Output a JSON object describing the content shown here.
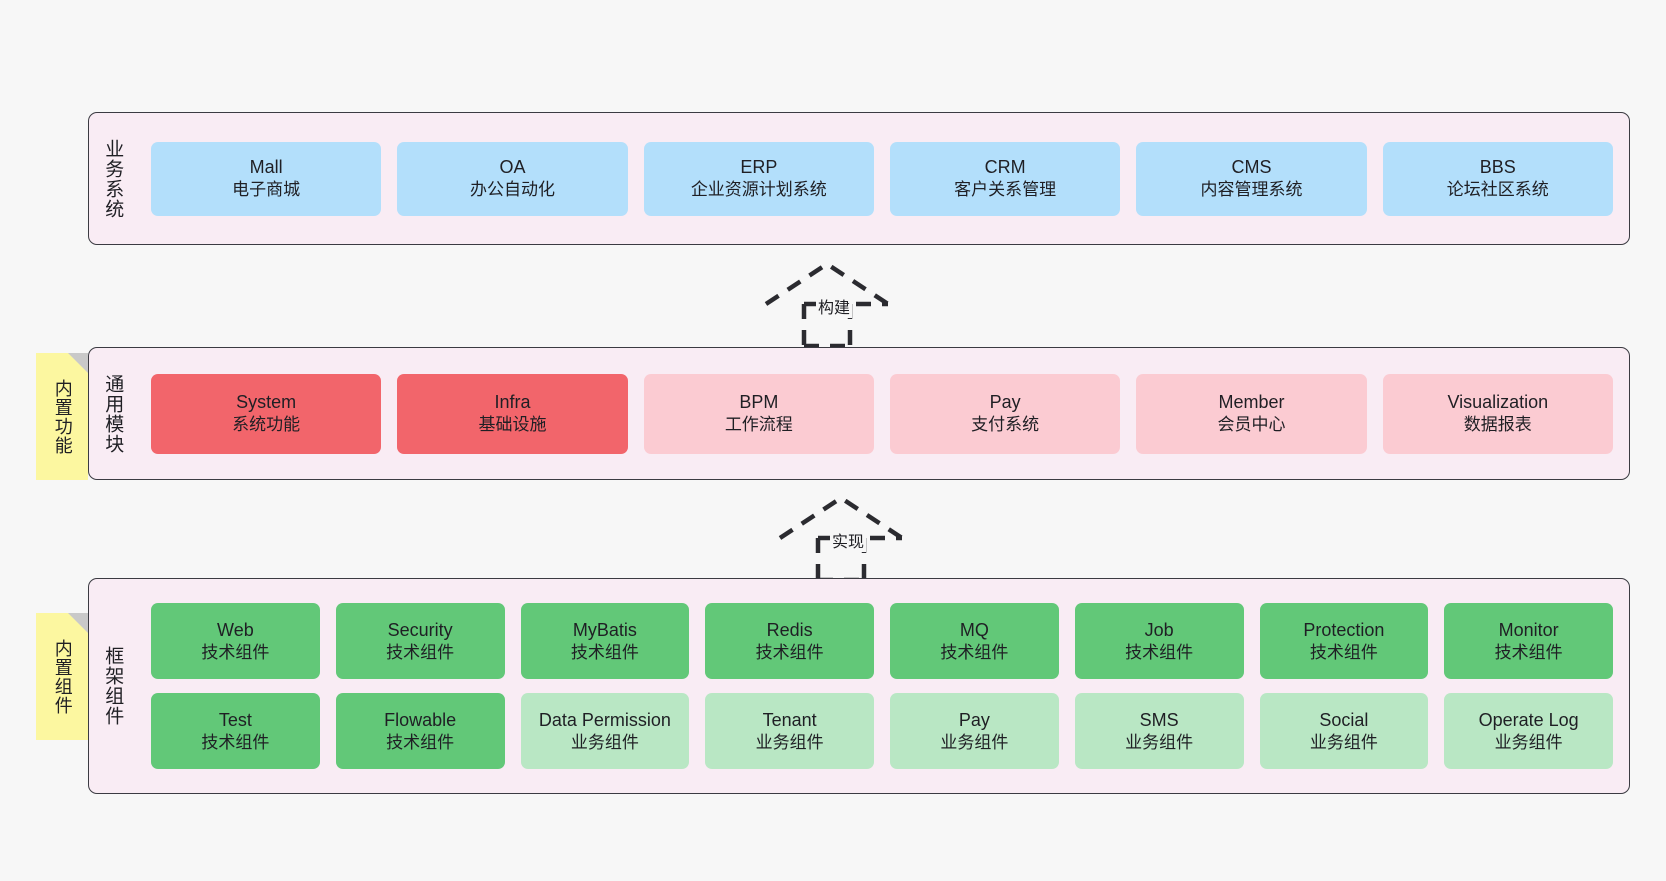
{
  "layers": [
    {
      "id": "business",
      "title": "业务系统",
      "cards": [
        {
          "en": "Mall",
          "cn": "电子商城",
          "color": "c-blue"
        },
        {
          "en": "OA",
          "cn": "办公自动化",
          "color": "c-blue"
        },
        {
          "en": "ERP",
          "cn": "企业资源计划系统",
          "color": "c-blue"
        },
        {
          "en": "CRM",
          "cn": "客户关系管理",
          "color": "c-blue"
        },
        {
          "en": "CMS",
          "cn": "内容管理系统",
          "color": "c-blue"
        },
        {
          "en": "BBS",
          "cn": "论坛社区系统",
          "color": "c-blue"
        }
      ]
    },
    {
      "id": "modules",
      "title": "通用模块",
      "sticky": "内置功能",
      "cards": [
        {
          "en": "System",
          "cn": "系统功能",
          "color": "c-red"
        },
        {
          "en": "Infra",
          "cn": "基础设施",
          "color": "c-red"
        },
        {
          "en": "BPM",
          "cn": "工作流程",
          "color": "c-pink"
        },
        {
          "en": "Pay",
          "cn": "支付系统",
          "color": "c-pink"
        },
        {
          "en": "Member",
          "cn": "会员中心",
          "color": "c-pink"
        },
        {
          "en": "Visualization",
          "cn": "数据报表",
          "color": "c-pink"
        }
      ]
    },
    {
      "id": "framework",
      "title": "框架组件",
      "sticky": "内置组件",
      "rows": [
        [
          {
            "en": "Web",
            "cn": "技术组件",
            "color": "c-green"
          },
          {
            "en": "Security",
            "cn": "技术组件",
            "color": "c-green"
          },
          {
            "en": "MyBatis",
            "cn": "技术组件",
            "color": "c-green"
          },
          {
            "en": "Redis",
            "cn": "技术组件",
            "color": "c-green"
          },
          {
            "en": "MQ",
            "cn": "技术组件",
            "color": "c-green"
          },
          {
            "en": "Job",
            "cn": "技术组件",
            "color": "c-green"
          },
          {
            "en": "Protection",
            "cn": "技术组件",
            "color": "c-green"
          },
          {
            "en": "Monitor",
            "cn": "技术组件",
            "color": "c-green"
          }
        ],
        [
          {
            "en": "Test",
            "cn": "技术组件",
            "color": "c-green"
          },
          {
            "en": "Flowable",
            "cn": "技术组件",
            "color": "c-green"
          },
          {
            "en": "Data Permission",
            "cn": "业务组件",
            "color": "c-lightgreen"
          },
          {
            "en": "Tenant",
            "cn": "业务组件",
            "color": "c-lightgreen"
          },
          {
            "en": "Pay",
            "cn": "业务组件",
            "color": "c-lightgreen"
          },
          {
            "en": "SMS",
            "cn": "业务组件",
            "color": "c-lightgreen"
          },
          {
            "en": "Social",
            "cn": "业务组件",
            "color": "c-lightgreen"
          },
          {
            "en": "Operate Log",
            "cn": "业务组件",
            "color": "c-lightgreen"
          }
        ]
      ]
    }
  ],
  "connectors": [
    {
      "id": "build",
      "label": "构建"
    },
    {
      "id": "realize",
      "label": "实现"
    }
  ],
  "colors": {
    "panel_fill": "#f9ecf4",
    "panel_border": "#3b3b42",
    "sticky": "#fcf7a0",
    "blue": "#b3dffb",
    "red": "#f2656b",
    "pink": "#fbcbd2",
    "green": "#62c878",
    "light_green": "#b9e7c4",
    "background": "#f7f7f7"
  }
}
